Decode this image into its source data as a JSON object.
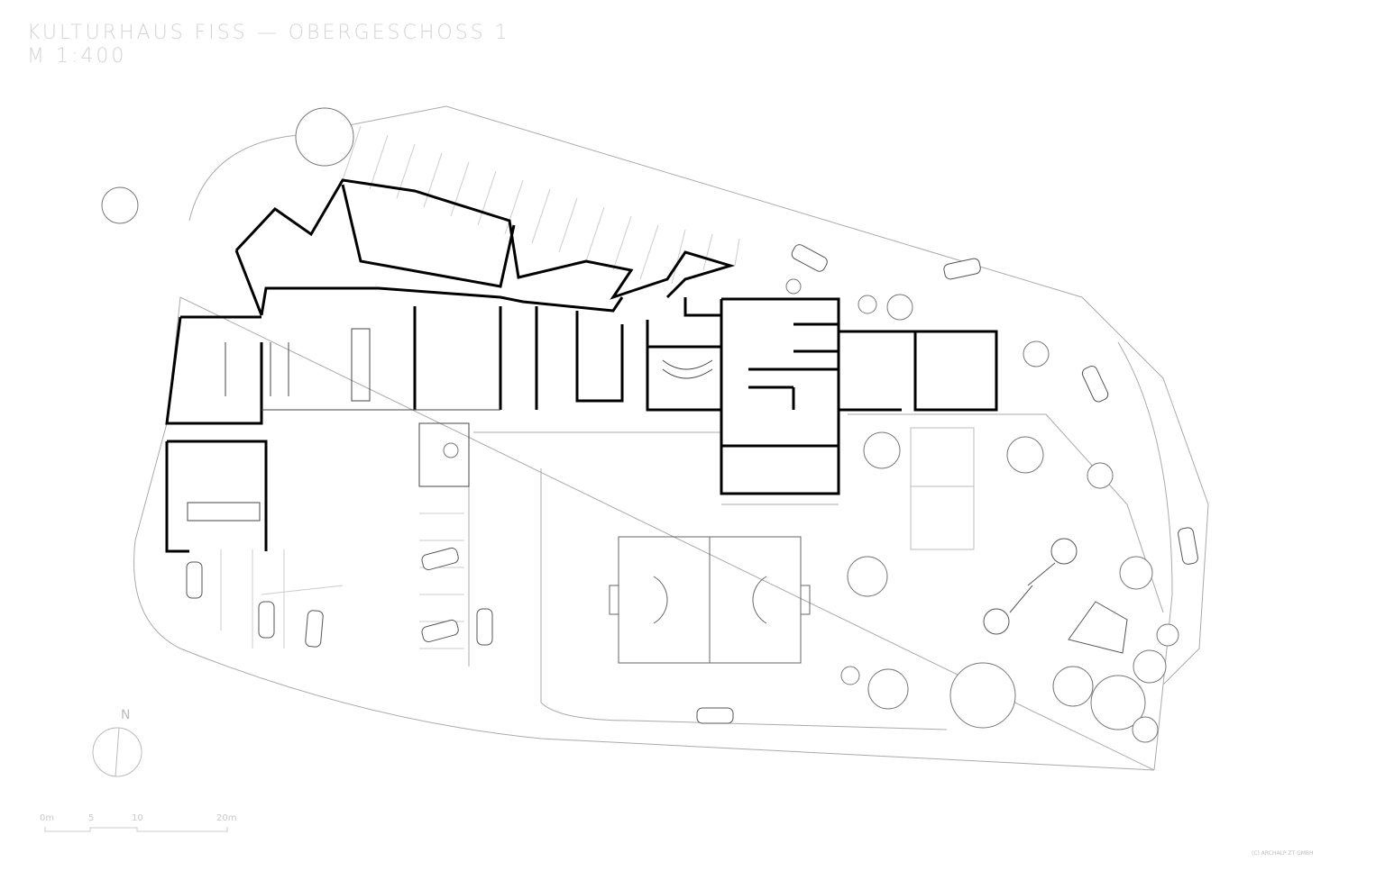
{
  "title": {
    "line1": "KULTURHAUS FISS — OBERGESCHOSS 1",
    "line2": "M 1:400"
  },
  "north_label": "N",
  "scale_bar": {
    "labels": [
      "0m",
      "5",
      "10",
      "20m"
    ]
  },
  "copyright": "(C) ARCHALP ZT GMBH",
  "colors": {
    "wall": "#000000",
    "site": "#9a9a9a",
    "title": "#d4d4d4"
  }
}
